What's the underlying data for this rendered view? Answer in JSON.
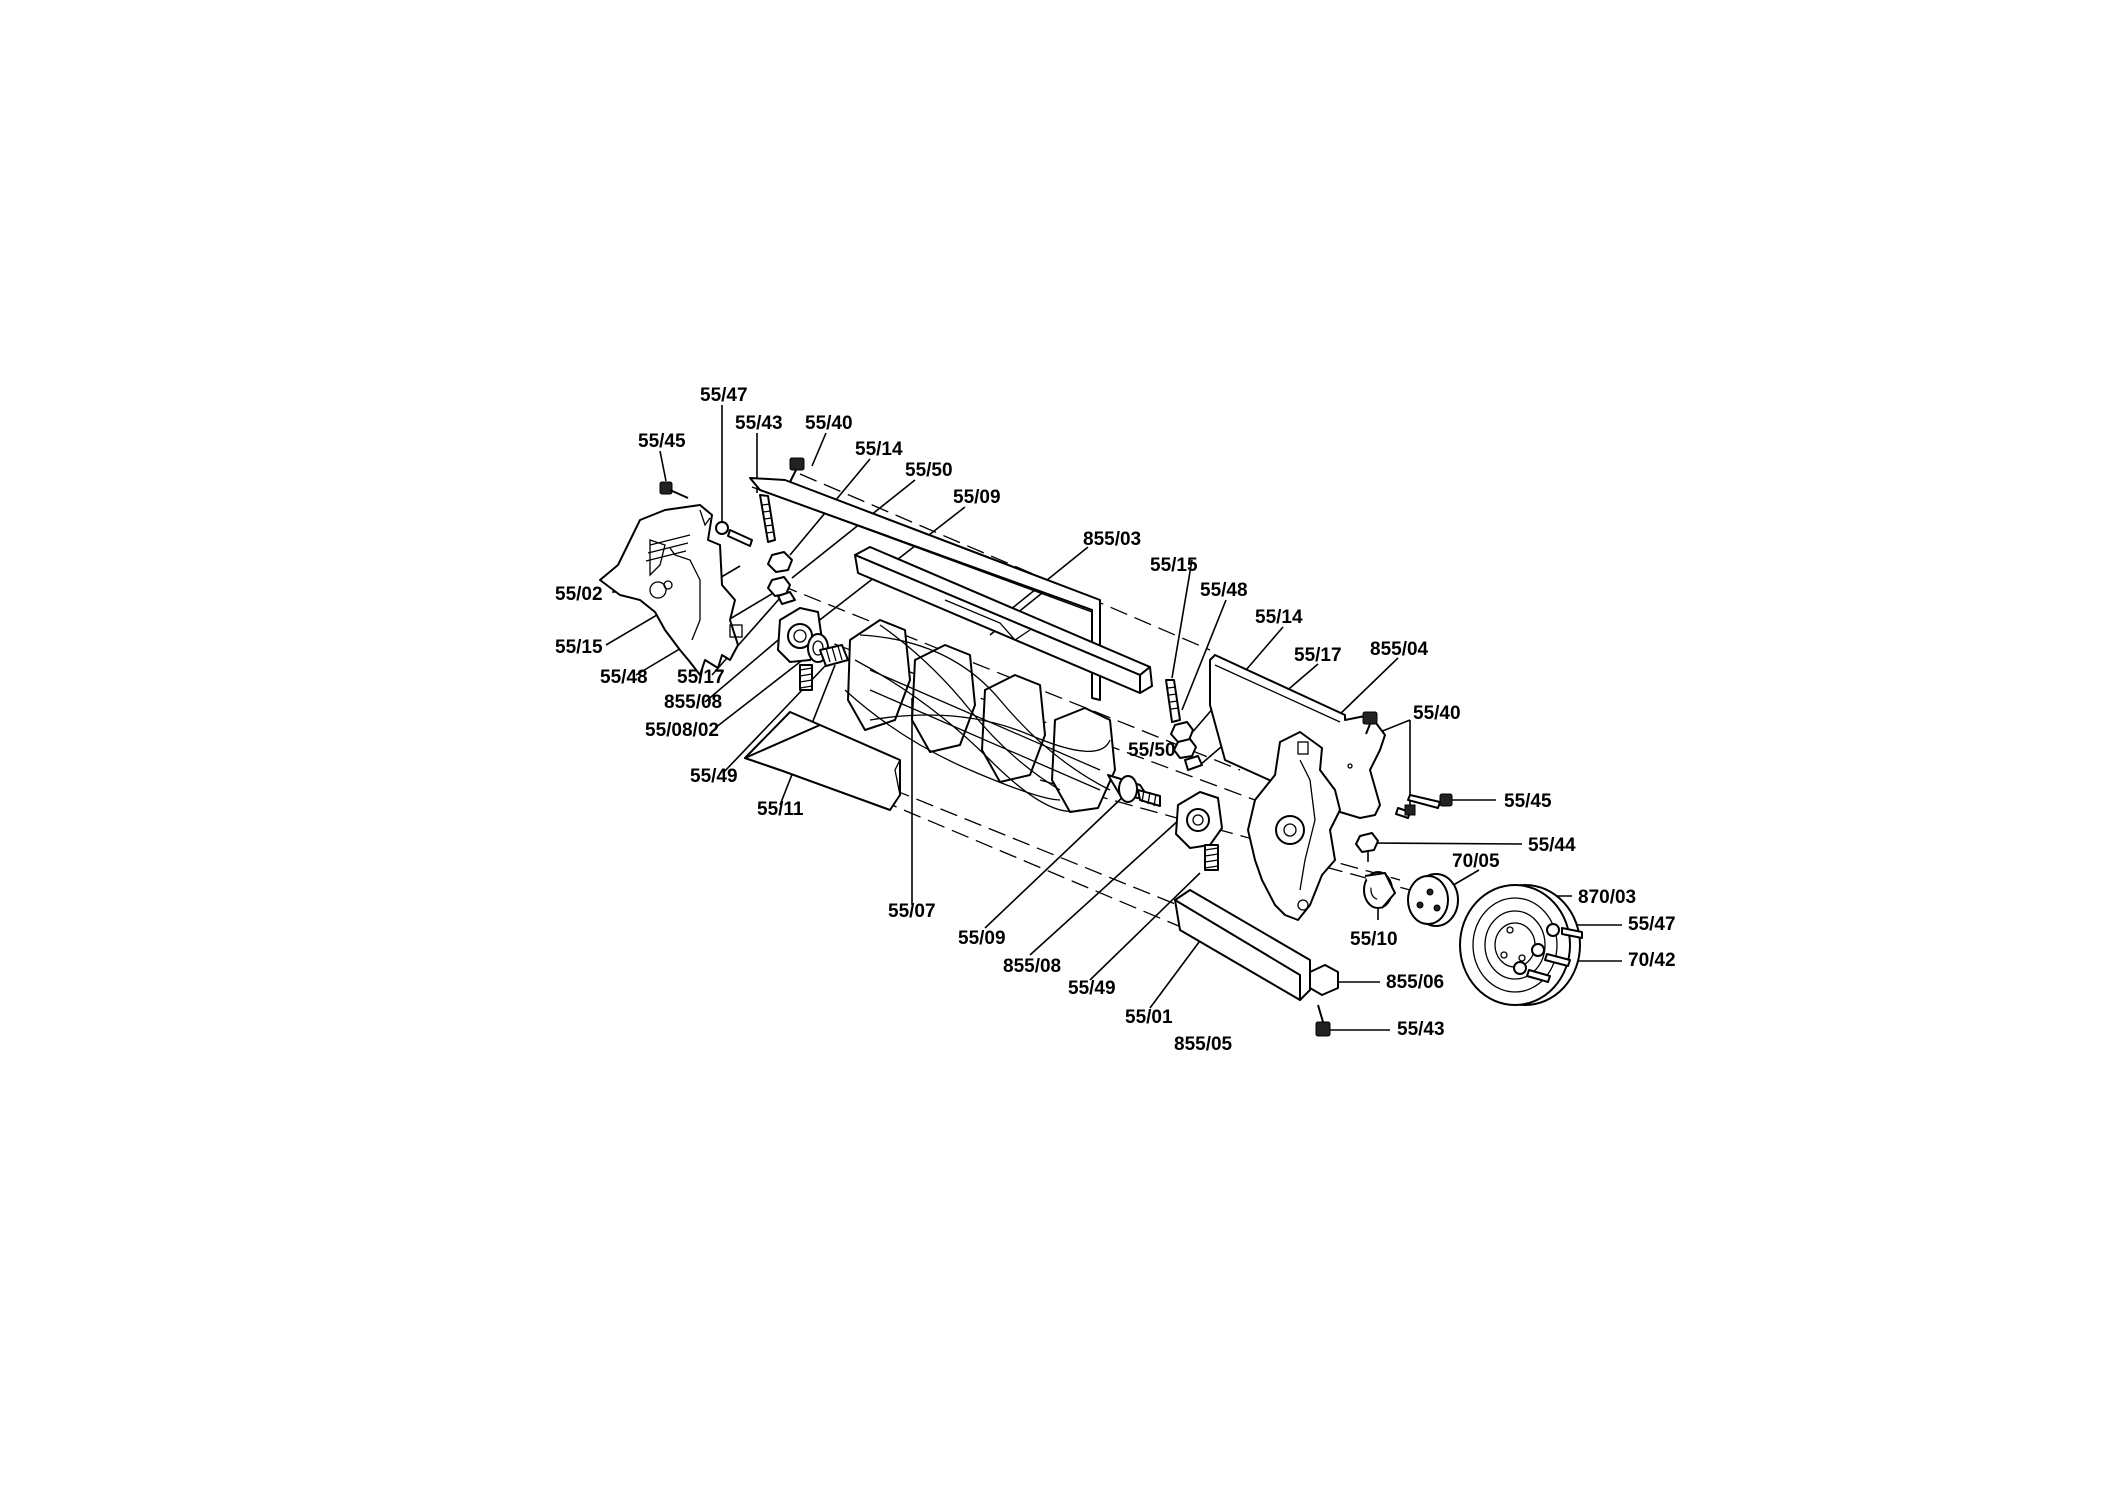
{
  "labels": [
    {
      "id": "l5547a",
      "text": "55/47"
    },
    {
      "id": "l5543a",
      "text": "55/43"
    },
    {
      "id": "l5540a",
      "text": "55/40"
    },
    {
      "id": "l5545a",
      "text": "55/45"
    },
    {
      "id": "l5514a",
      "text": "55/14"
    },
    {
      "id": "l5550a",
      "text": "55/50"
    },
    {
      "id": "l5509a",
      "text": "55/09"
    },
    {
      "id": "l85503",
      "text": "855/03"
    },
    {
      "id": "l5502",
      "text": "55/02"
    },
    {
      "id": "l5515a",
      "text": "55/15"
    },
    {
      "id": "l5548a",
      "text": "55/48"
    },
    {
      "id": "l5517a",
      "text": "55/17"
    },
    {
      "id": "l85508a",
      "text": "855/08"
    },
    {
      "id": "l550802",
      "text": "55/08/02"
    },
    {
      "id": "l5549a",
      "text": "55/49"
    },
    {
      "id": "l5511",
      "text": "55/11"
    },
    {
      "id": "l5507",
      "text": "55/07"
    },
    {
      "id": "l5509b",
      "text": "55/09"
    },
    {
      "id": "l85508b",
      "text": "855/08"
    },
    {
      "id": "l5549b",
      "text": "55/49"
    },
    {
      "id": "l5501",
      "text": "55/01"
    },
    {
      "id": "l85505",
      "text": "855/05"
    },
    {
      "id": "l5515b",
      "text": "55/15"
    },
    {
      "id": "l5548b",
      "text": "55/48"
    },
    {
      "id": "l5514b",
      "text": "55/14"
    },
    {
      "id": "l5517b",
      "text": "55/17"
    },
    {
      "id": "l85504",
      "text": "855/04"
    },
    {
      "id": "l5550b",
      "text": "55/50"
    },
    {
      "id": "l5540b",
      "text": "55/40"
    },
    {
      "id": "l5545b",
      "text": "55/45"
    },
    {
      "id": "l5544",
      "text": "55/44"
    },
    {
      "id": "l7005",
      "text": "70/05"
    },
    {
      "id": "l87003",
      "text": "870/03"
    },
    {
      "id": "l5547b",
      "text": "55/47"
    },
    {
      "id": "l7042",
      "text": "70/42"
    },
    {
      "id": "l5510",
      "text": "55/10"
    },
    {
      "id": "l85506",
      "text": "855/06"
    },
    {
      "id": "l5543b",
      "text": "55/43"
    }
  ]
}
